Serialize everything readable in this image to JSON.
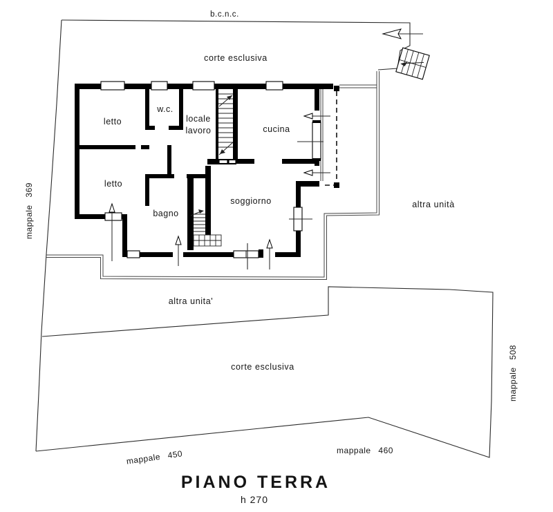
{
  "plan": {
    "top_boundary_label": "b.c.n.c.",
    "courtyard_top": "corte esclusiva",
    "courtyard_bottom": "corte esclusiva",
    "other_unit_right": "altra unità",
    "other_unit_bottom": "altra unita'",
    "parcels": {
      "left": "mappale 369",
      "right": "mappale 508",
      "bottom_left": "mappale 450",
      "bottom_right": "mappale 460"
    },
    "rooms": {
      "bedroom1": "letto",
      "wc": "w.c.",
      "workroom_line1": "locale",
      "workroom_line2": "lavoro",
      "kitchen": "cucina",
      "bedroom2": "letto",
      "bathroom": "bagno",
      "living": "soggiorno"
    },
    "title": "PIANO TERRA",
    "subtitle": "h 270"
  },
  "colors": {
    "wall": "#000000",
    "boundary": "#2a2a2a",
    "background": "#ffffff"
  }
}
